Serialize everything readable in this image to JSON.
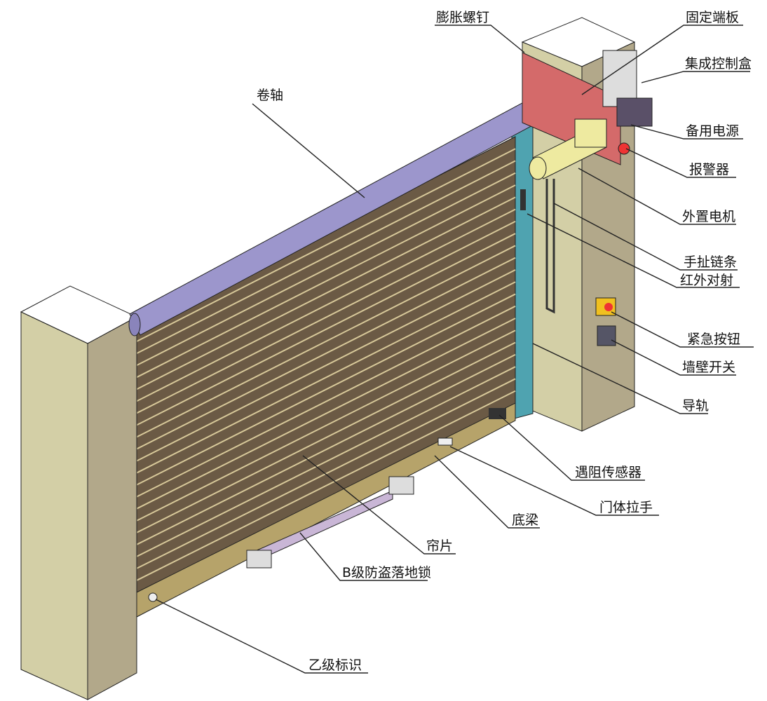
{
  "labels": {
    "roller_shaft": "卷轴",
    "expansion_bolt": "膨胀螺钉",
    "fixed_end_plate": "固定端板",
    "integrated_control_box": "集成控制盒",
    "backup_power": "备用电源",
    "alarm": "报警器",
    "external_motor": "外置电机",
    "hand_chain": "手扯链条",
    "infrared_sensor": "红外对射",
    "emergency_button": "紧急按钮",
    "wall_switch": "墙壁开关",
    "guide_rail": "导轨",
    "obstacle_sensor": "遇阻传感器",
    "door_handle": "门体拉手",
    "bottom_beam": "底梁",
    "curtain_slat": "帘片",
    "floor_lock": "B级防盗落地锁",
    "grade_mark": "乙级标识"
  },
  "colors": {
    "pillar_front": "#d3cfa6",
    "pillar_side": "#b2a88a",
    "curtain": "#6b5a45",
    "roller": "#9c96cc",
    "plate": "#d46a6a",
    "motor": "#eeeaa0",
    "rail": "#4fa3b0"
  }
}
